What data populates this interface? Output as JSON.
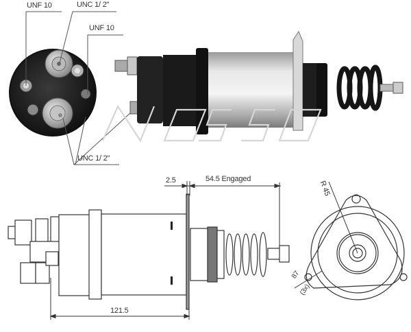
{
  "watermark": "NOSSO",
  "photo_end_view": {
    "labels": {
      "top_left": "UNF 10",
      "top_center": "UNC 1/ 2\"",
      "right": "UNF 10",
      "bottom": "UNC 1/ 2\""
    }
  },
  "side_drawing": {
    "dim_flange": "2.5",
    "dim_stroke": "54.5 Engaged",
    "dim_length": "121.5"
  },
  "end_drawing": {
    "dim_radius": "R 45",
    "dim_hole": "87",
    "dim_hole_count": "(3x)"
  },
  "colors": {
    "line": "#333333",
    "body_dark": "#1e1e1e",
    "body_silver": "#c8c8c8",
    "watermark": "#d8d8d8"
  }
}
